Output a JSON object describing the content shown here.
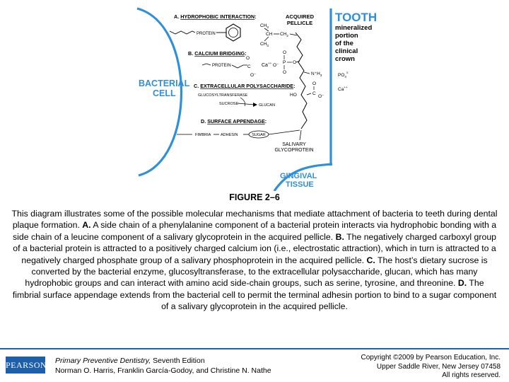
{
  "diagram": {
    "tooth_title": "TOOTH",
    "tooth_sub": [
      "mineralized",
      "portion",
      "of the",
      "clinical",
      "crown"
    ],
    "bacterial_cell": [
      "BACTERIAL",
      "CELL"
    ],
    "acquired_pellicle": [
      "ACQUIRED",
      "PELLICLE"
    ],
    "gingival_tissue": [
      "GINGIVAL",
      "TISSUE"
    ],
    "salivary_glycoprotein": [
      "SALIVARY",
      "GLYCOPROTEIN"
    ],
    "label_a_prefix": "A. ",
    "label_a": "HYDROPHOBIC INTERACTION",
    "label_b_prefix": "B. ",
    "label_b": "CALCIUM BRIDGING",
    "label_c_prefix": "C. ",
    "label_c": "EXTRACELLULAR POLYSACCHARIDE",
    "label_d_prefix": "D. ",
    "label_d": "SURFACE APPENDAGE",
    "protein": "PROTEIN",
    "ch3": "CH",
    "sub3": "3",
    "ch": "CH",
    "ch2": "CH",
    "sub2": "2",
    "ca": "Ca",
    "charge_2plus": "++",
    "o": "O",
    "o_minus": "O⁻",
    "c": "C",
    "p": "P",
    "nh3": "N⁺H",
    "ho": "HO",
    "po4": "PO",
    "sub4": "4",
    "charge_3minus": "≡",
    "glucosyltransferase": "GLUCOSYLTRANSFERASE",
    "sucrose": "SUCROSE",
    "glucan": "GLUCAN",
    "fimbria": "FIMBRIA",
    "adhesin": "ADHESIN",
    "sugar": "SUGAR",
    "colon": ":"
  },
  "caption": {
    "title": "FIGURE 2–6",
    "p1": "This diagram illustrates some of the possible molecular mechanisms that mediate attachment of bacteria to teeth during dental plaque formation. ",
    "a_label": "A.",
    "p2": " A side chain of a phenylalanine component of a bacterial protein interacts via hydrophobic bonding with a side chain of a leucine component of a salivary glycoprotein in the acquired pellicle. ",
    "b_label": "B.",
    "p3": " The negatively charged carboxyl group of a bacterial protein is attracted to a positively charged calcium ion (i.e., electrostatic attraction), which in turn is attracted to a negatively charged phosphate group of a salivary phosphoprotein in the acquired pellicle. ",
    "c_label": "C.",
    "p4": " The host’s dietary sucrose is converted by the bacterial enzyme, glucosyltransferase, to the extracellular polysaccharide, glucan, which has many hydrophobic groups and can interact with amino acid side-chain groups, such as serine, tyrosine, and threonine. ",
    "d_label": "D.",
    "p5": " The fimbrial surface appendage extends from the bacterial cell to permit the terminal adhesin portion to bind to a sugar component of a salivary glycoprotein in the acquired pellicle."
  },
  "footer": {
    "logo": "PEARSON",
    "book_title": "Primary Preventive Dentistry,",
    "edition": " Seventh Edition",
    "authors": "Norman O. Harris, Franklin García-Godoy, and Christine N. Nathe",
    "copyright1": "Copyright ©2009 by Pearson Education, Inc.",
    "copyright2": "Upper Saddle River, New Jersey 07458",
    "copyright3": "All rights reserved."
  },
  "colors": {
    "accent": "#2f8fd8",
    "pearson_blue": "#1d5fa8",
    "ink": "#000000"
  }
}
